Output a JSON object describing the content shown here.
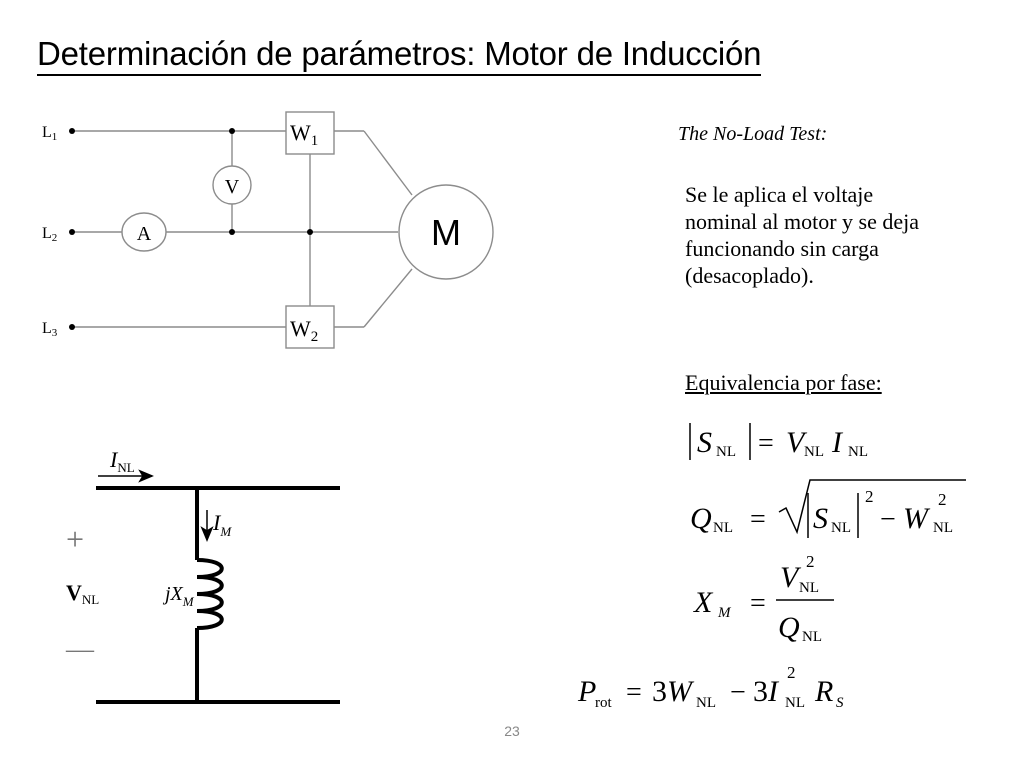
{
  "slide": {
    "title": "Determinación de parámetros: Motor de Inducción",
    "page_number": "23"
  },
  "no_load_test": {
    "heading": "The No-Load Test:",
    "description_lines": [
      "Se le aplica el voltaje",
      "nominal al motor y se deja",
      "funcionando sin carga",
      "(desacoplado)."
    ],
    "equivalence_label": "Equivalencia por fase:"
  },
  "circuit": {
    "lines": [
      "L",
      "L",
      "L"
    ],
    "line_subs": [
      "1",
      "2",
      "3"
    ],
    "wattmeter": "W",
    "wattmeter_subs": [
      "1",
      "2"
    ],
    "voltmeter": "V",
    "ammeter": "A",
    "motor": "M"
  },
  "equivalent_circuit": {
    "current_symbol": "I",
    "current_sub": "NL",
    "magnetizing_symbol": "I",
    "magnetizing_sub": "M",
    "reactance_prefix": "jX",
    "reactance_sub": "M",
    "voltage_symbol": "V",
    "voltage_sub": "NL",
    "plus": "+",
    "minus": "—"
  },
  "equations": {
    "S": "S",
    "V": "V",
    "I": "I",
    "Q": "Q",
    "W": "W",
    "X": "X",
    "P": "P",
    "R": "R",
    "NL": "NL",
    "M": "M",
    "rot": "rot",
    "sub_S": "S",
    "two": "2",
    "three": "3",
    "eq_sign": "=",
    "minus_sign": "−"
  },
  "colors": {
    "line": "#000000",
    "light_line": "#8c8c8c",
    "page_number": "#888888"
  }
}
